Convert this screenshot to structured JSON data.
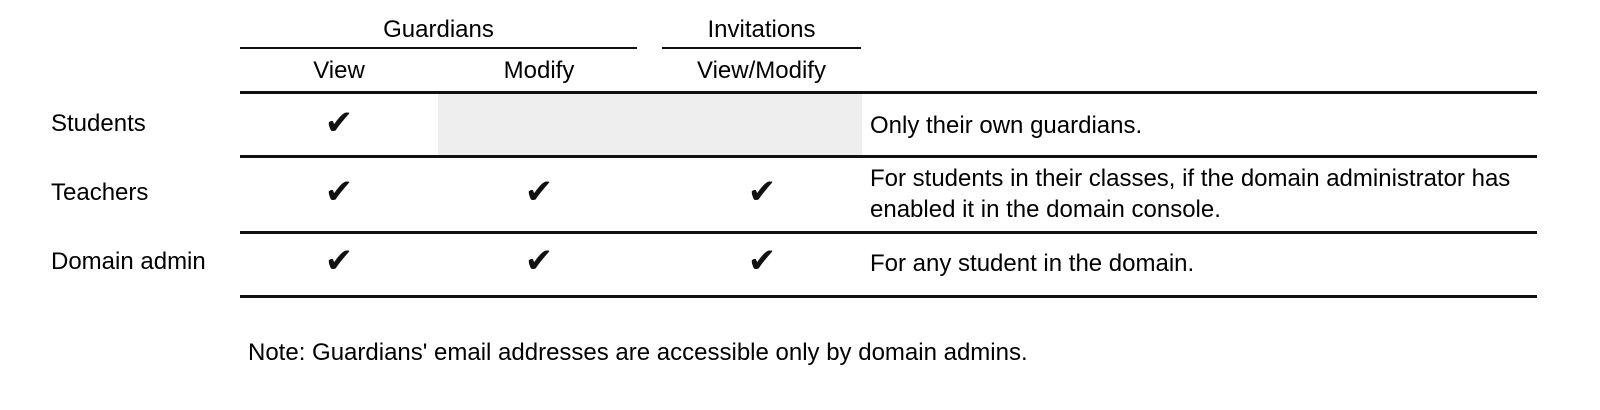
{
  "table": {
    "name": "guardian-permissions-matrix",
    "column_groups": [
      {
        "label": "Guardians",
        "span": 2
      },
      {
        "label": "Invitations",
        "span": 1
      }
    ],
    "columns": [
      {
        "label": "View"
      },
      {
        "label": "Modify"
      },
      {
        "label": "View/Modify"
      }
    ],
    "rows": [
      {
        "label": "Students",
        "cells": [
          {
            "state": "allowed",
            "mark": "✔"
          },
          {
            "state": "not-applicable",
            "mark": ""
          },
          {
            "state": "not-allowed",
            "mark": ""
          }
        ],
        "description": "Only their own guardians."
      },
      {
        "label": "Teachers",
        "cells": [
          {
            "state": "allowed",
            "mark": "✔"
          },
          {
            "state": "allowed",
            "mark": "✔"
          },
          {
            "state": "allowed",
            "mark": "✔"
          }
        ],
        "description": "For students in their classes, if the domain administrator has enabled it in the domain console."
      },
      {
        "label": "Domain admin",
        "cells": [
          {
            "state": "allowed",
            "mark": "✔"
          },
          {
            "state": "allowed",
            "mark": "✔"
          },
          {
            "state": "allowed",
            "mark": "✔"
          }
        ],
        "description": "For any student in the domain."
      }
    ]
  },
  "note": "Note: Guardians' email addresses are accessible only by domain admins.",
  "colors": {
    "rule": "#111111",
    "text": "#000000",
    "shaded_cell": "#eeeeee",
    "background": "#ffffff"
  }
}
